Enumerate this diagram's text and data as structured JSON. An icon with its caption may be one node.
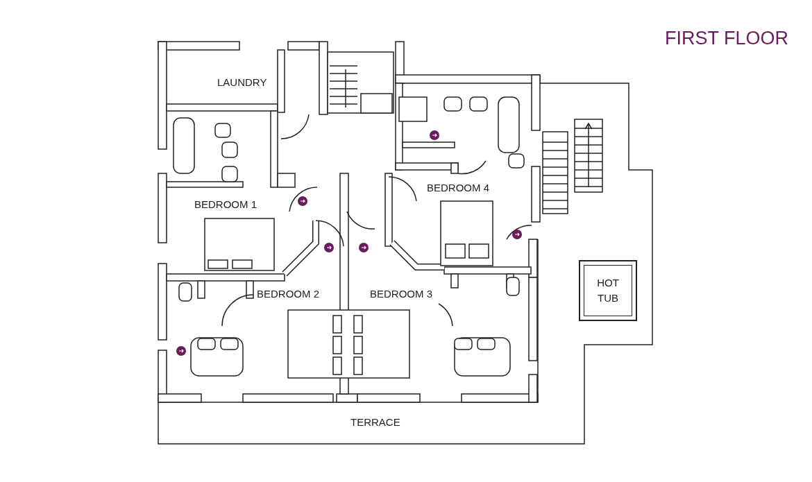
{
  "diagram": {
    "title": "FIRST FLOOR",
    "nodes": [
      {
        "text": [
          "HOT TUB"
        ]
      }
    ],
    "labels": [
      "LAUNDRY",
      "BEDROOM 4",
      "BEDROOM 1",
      "BEDROOM 2",
      "BEDROOM 3",
      "TERRACE"
    ]
  }
}
